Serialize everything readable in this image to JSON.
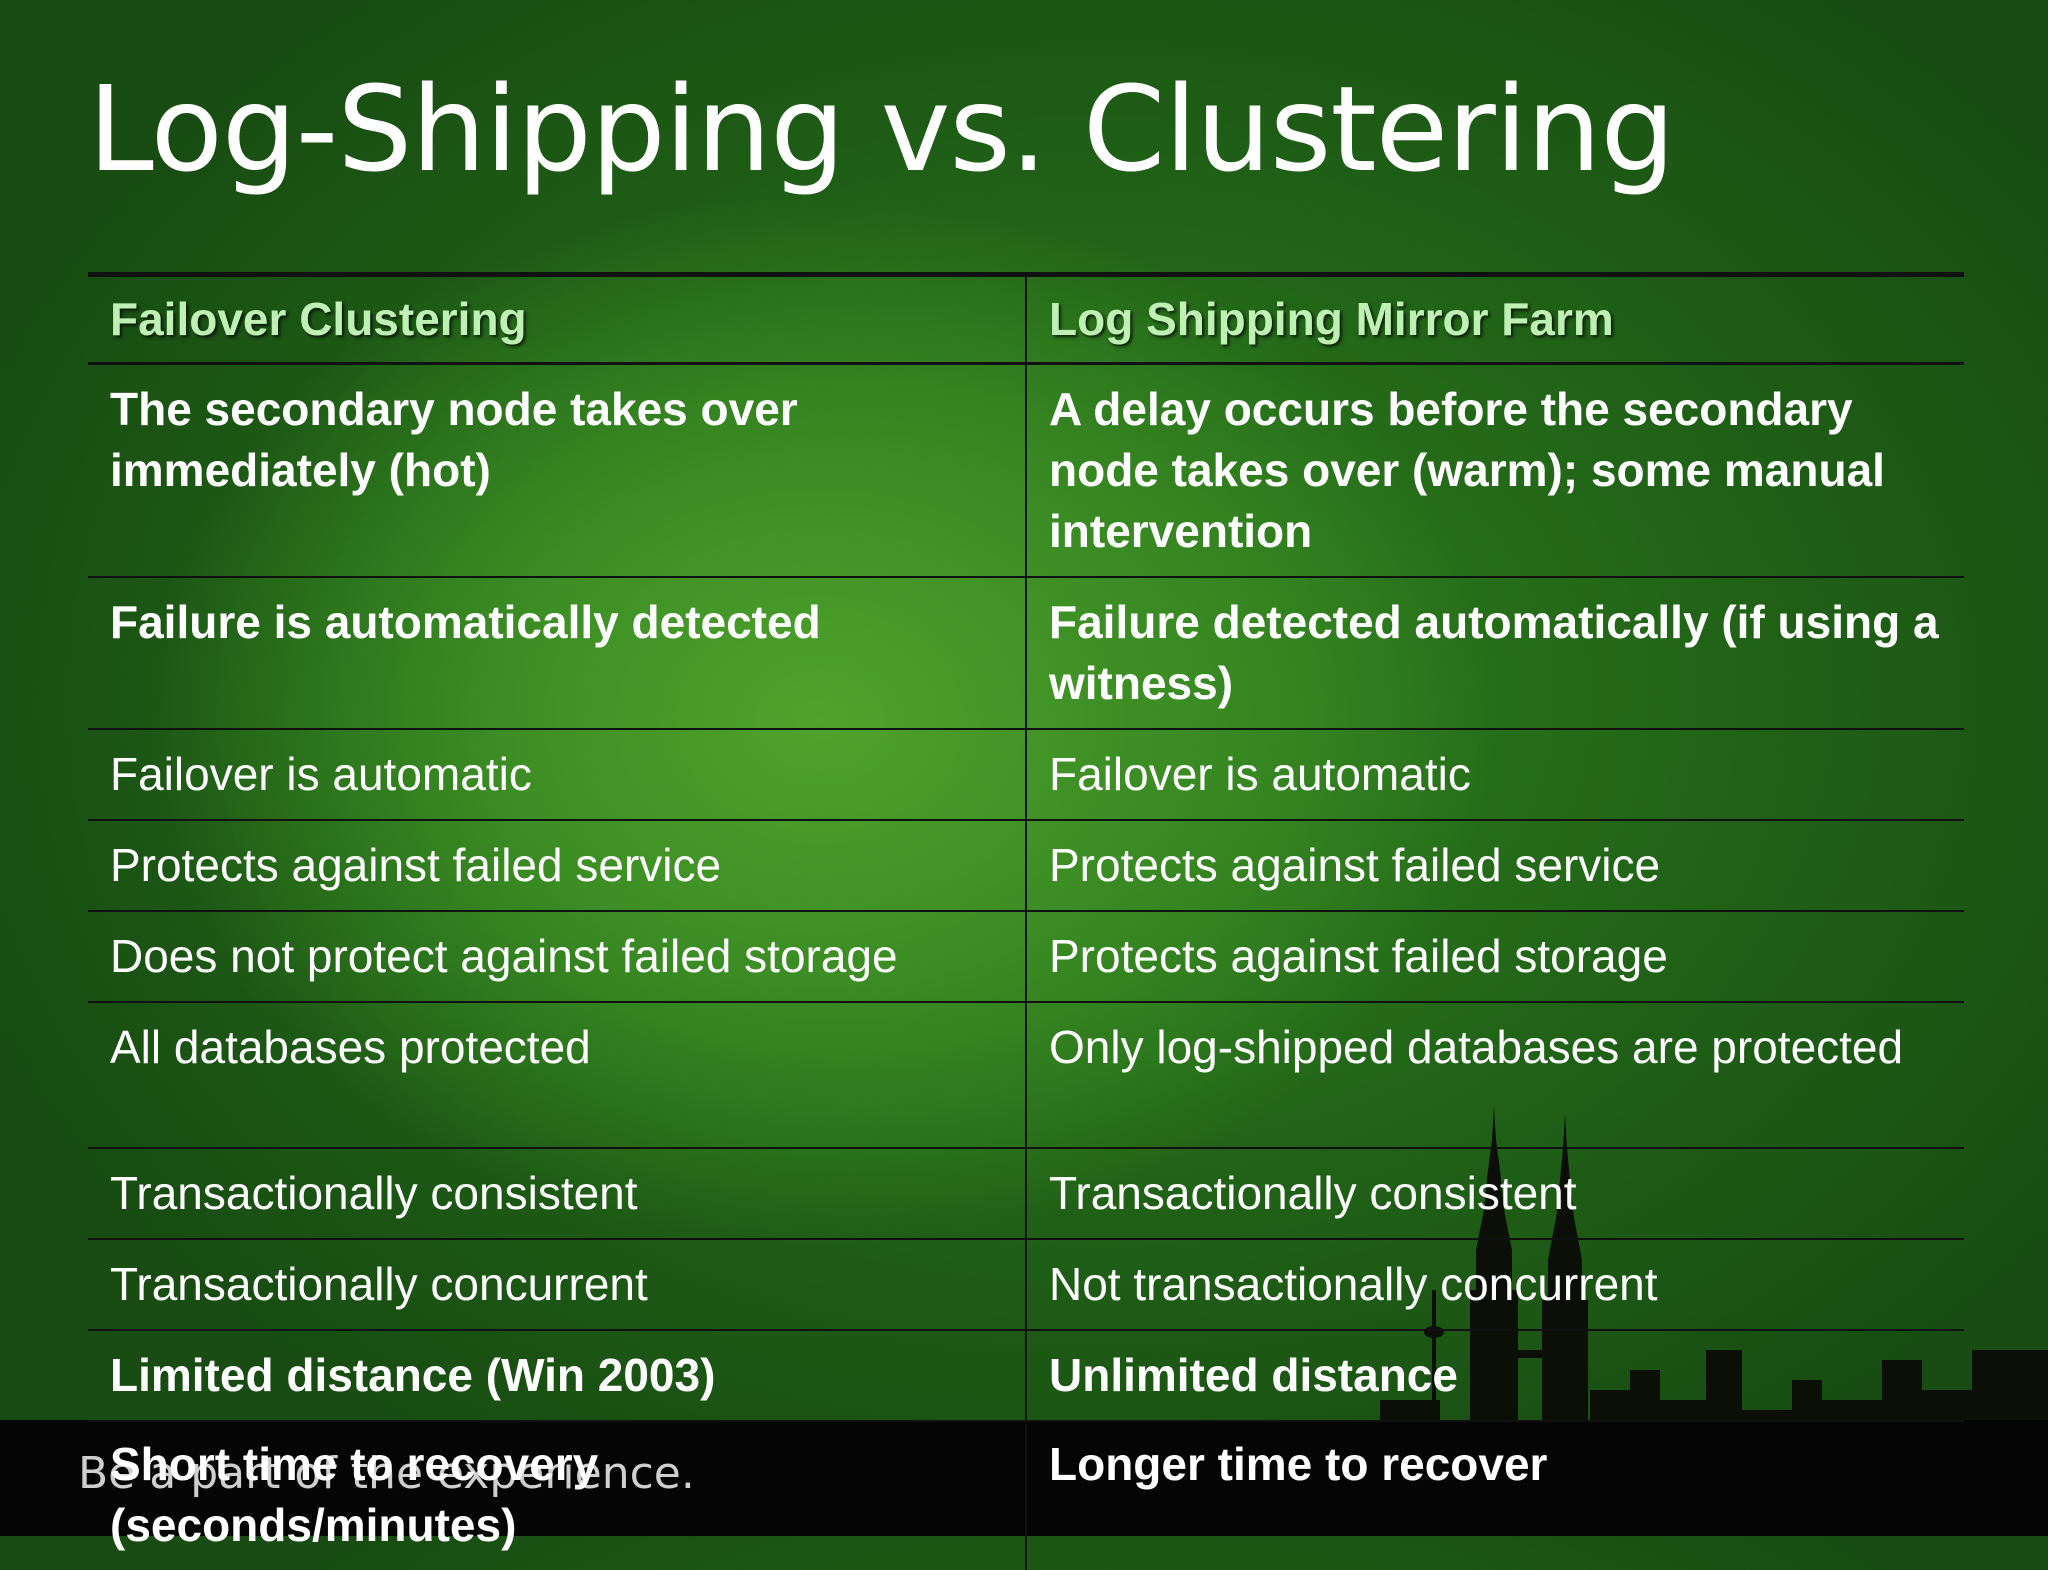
{
  "slide": {
    "title": "Log-Shipping vs. Clustering",
    "footer": "Be a part of the experience."
  },
  "table": {
    "headers": [
      "Failover Clustering",
      "Log Shipping Mirror Farm"
    ],
    "rows": [
      {
        "left": "The secondary node takes over immediately (hot)",
        "right": "A delay occurs before the secondary node takes over (warm); some manual intervention",
        "bold": true
      },
      {
        "left": "Failure is automatically detected",
        "right": "Failure detected automatically (if using a witness)",
        "bold": true
      },
      {
        "left": "Failover is automatic",
        "right": "Failover is automatic",
        "bold": false
      },
      {
        "left": "Protects against failed service",
        "right": "Protects against failed service",
        "bold": false
      },
      {
        "left": "Does not protect against failed storage",
        "right": "Protects against failed storage",
        "bold": false
      },
      {
        "left": "All databases protected",
        "right": "Only log-shipped databases are protected",
        "bold": false
      },
      {
        "left": "Transactionally consistent",
        "right": "Transactionally consistent",
        "bold": false
      },
      {
        "left": "Transactionally concurrent",
        "right": "Not transactionally concurrent",
        "bold": false
      },
      {
        "left": "Limited distance (Win 2003)",
        "right": "Unlimited distance",
        "bold": true
      },
      {
        "left": "Short time to recovery (seconds/minutes)",
        "right": "Longer time to recover",
        "bold": true
      }
    ]
  }
}
